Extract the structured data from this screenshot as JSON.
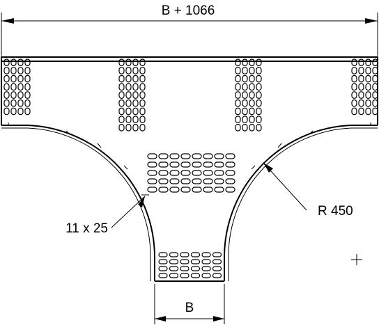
{
  "dimensions": {
    "overall_width": "B + 1066",
    "bottom_width": "B",
    "radius": "R 450",
    "slot_size": "11 x 25"
  },
  "perforations": {
    "top_left": {
      "rows": 7,
      "cols": 4
    },
    "top_mid_left": {
      "rows": 9,
      "cols": 4
    },
    "top_mid_right": {
      "rows": 9,
      "cols": 4
    },
    "top_right": {
      "rows": 7,
      "cols": 4
    },
    "center": {
      "rows": 5,
      "cols": 8
    },
    "bottom": {
      "rows": 4,
      "cols": 6
    }
  }
}
